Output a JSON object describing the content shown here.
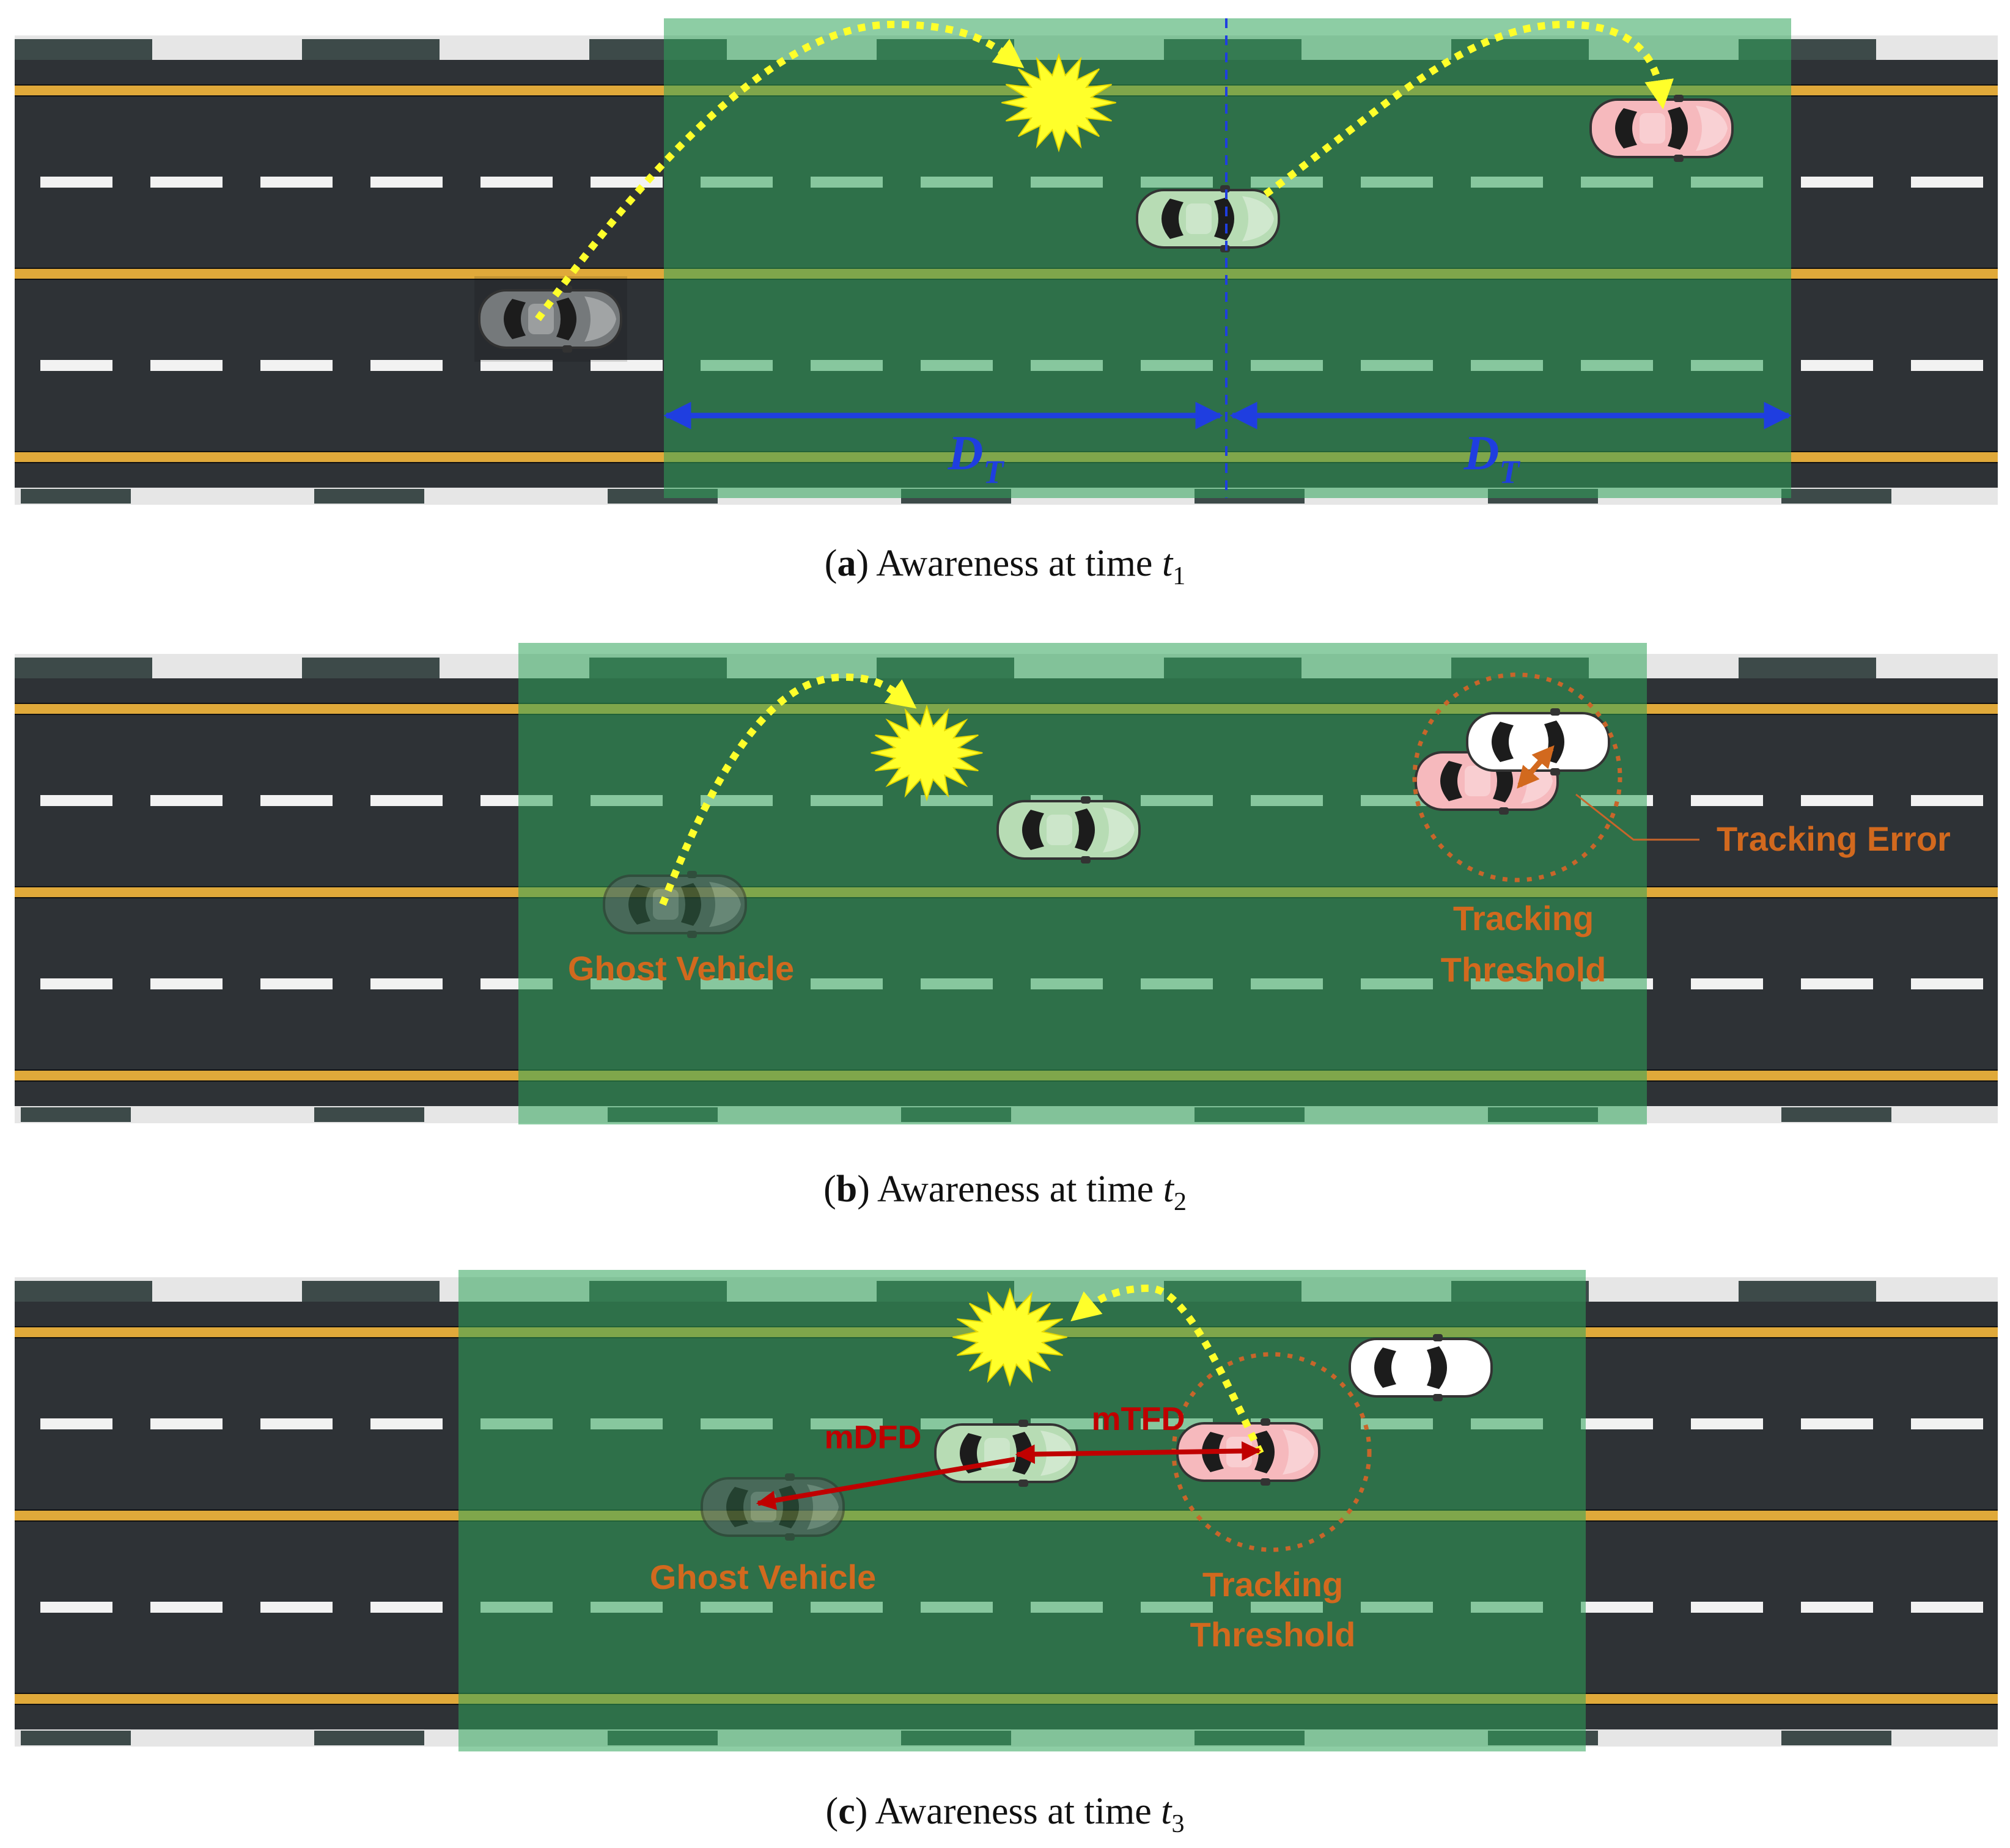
{
  "colors": {
    "asphalt": "#2e3236",
    "asphalt_dark": "#262a2d",
    "yellow_line": "#e0a93a",
    "lane_dash": "#f2f2f2",
    "curb_dark": "#3d4a49",
    "curb_light": "#e6e6e6",
    "zone": "#2fa45a",
    "trajectory": "#ffff2a",
    "range_arrow": "#1f3ee0",
    "label_orange": "#d2691e",
    "metric_red": "#c00000",
    "ego_car": "#b7dcb4",
    "remote_car": "#f6b9bd",
    "tracked_car": "#ffffff",
    "ghost_car": "#5f6467"
  },
  "panels": [
    {
      "caption": {
        "open": "(",
        "letter": "a",
        "close": ")",
        "text": " Awareness at time ",
        "var": "t",
        "sub": "1"
      },
      "range_label": {
        "main": "D",
        "sub": "T"
      }
    },
    {
      "caption": {
        "open": "(",
        "letter": "b",
        "close": ")",
        "text": " Awareness at time ",
        "var": "t",
        "sub": "2"
      },
      "labels": {
        "ghost": "Ghost Vehicle",
        "threshold_1": "Tracking",
        "threshold_2": "Threshold",
        "error": "Tracking Error"
      }
    },
    {
      "caption": {
        "open": "(",
        "letter": "c",
        "close": ")",
        "text": " Awareness at time ",
        "var": "t",
        "sub": "3"
      },
      "labels": {
        "ghost": "Ghost Vehicle",
        "threshold_1": "Tracking",
        "threshold_2": "Threshold",
        "mdfd": "mDFD",
        "mtfd": "mTFD"
      }
    }
  ],
  "icons": [
    "car-icon",
    "collision-burst-icon",
    "arrow-icon"
  ]
}
